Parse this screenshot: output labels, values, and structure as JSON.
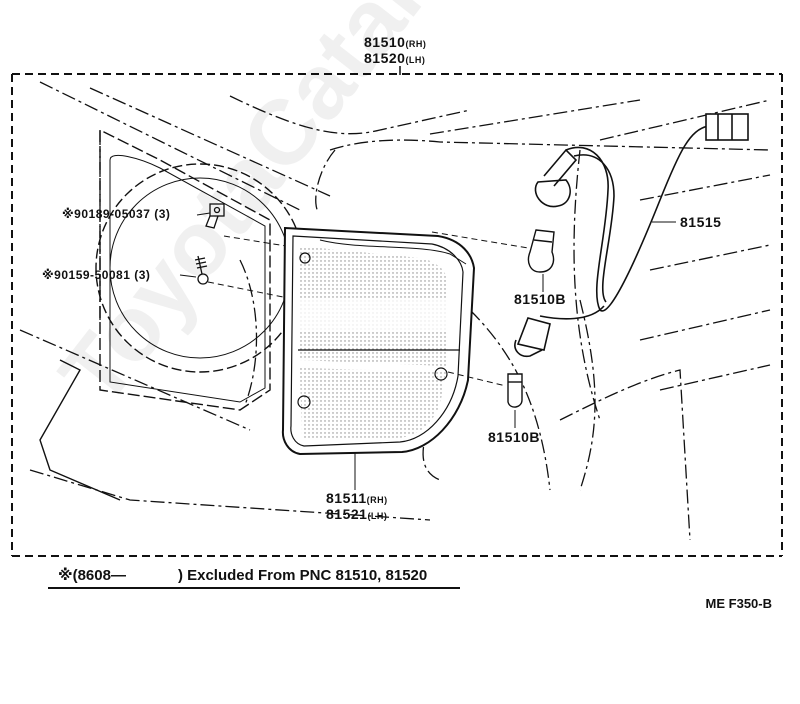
{
  "parts": {
    "assembly_rh": {
      "number": "81510",
      "suffix": "(RH)"
    },
    "assembly_lh": {
      "number": "81520",
      "suffix": "(LH)"
    },
    "screw_1": {
      "mark": "※",
      "number": "90189-05037",
      "qty": "(3)"
    },
    "screw_2": {
      "mark": "※",
      "number": "90159-50081",
      "qty": "(3)"
    },
    "socket_wire": {
      "number": "81515"
    },
    "bulb_upper": {
      "number": "81510B"
    },
    "bulb_lower": {
      "number": "81510B"
    },
    "lens_rh": {
      "number": "81511",
      "suffix": "(RH)"
    },
    "lens_lh": {
      "number": "81521",
      "suffix": "(LH)"
    }
  },
  "footnote": {
    "prefix": "※(8608—",
    "suffix": ") Excluded From PNC 81510, 81520"
  },
  "figure_code": "ME   F350-B",
  "watermark": "ToyotaCatalog.ru"
}
